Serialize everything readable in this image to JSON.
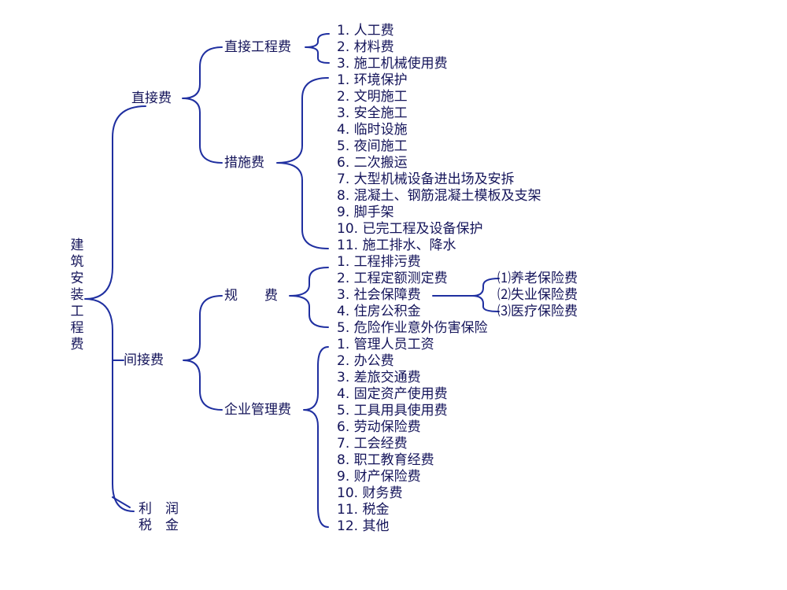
{
  "root": {
    "label": "建筑安装工程费",
    "chars": [
      "建",
      "筑",
      "安",
      "装",
      "工",
      "程",
      "费"
    ]
  },
  "level1": {
    "direct": "直接费",
    "indirect": "间接费",
    "profit": "利　润",
    "tax": "税　金"
  },
  "level2": {
    "direct_engineering": "直接工程费",
    "measures": "措施费",
    "fees": "规　　费",
    "enterprise_mgmt": "企业管理费"
  },
  "direct_engineering_items": [
    "1. 人工费",
    "2. 材料费",
    "3. 施工机械使用费"
  ],
  "measures_items": [
    "1. 环境保护",
    "2. 文明施工",
    "3. 安全施工",
    "4. 临时设施",
    "5. 夜间施工",
    "6. 二次搬运",
    "7. 大型机械设备进出场及安拆",
    "8. 混凝土、钢筋混凝土模板及支架",
    "9. 脚手架",
    "10. 已完工程及设备保护",
    "11. 施工排水、降水"
  ],
  "fees_items": [
    "1. 工程排污费",
    "2. 工程定额测定费",
    "3. 社会保障费",
    "4. 住房公积金",
    "5. 危险作业意外伤害保险"
  ],
  "social_security_items": [
    "⑴养老保险费",
    "⑵失业保险费",
    "⑶医疗保险费"
  ],
  "enterprise_items": [
    "1. 管理人员工资",
    "2. 办公费",
    "3. 差旅交通费",
    "4. 固定资产使用费",
    "5. 工具用具使用费",
    "6. 劳动保险费",
    "7. 工会经费",
    "8. 职工教育经费",
    "9. 财产保险费",
    "10. 财务费",
    "11. 税金",
    "12. 其他"
  ],
  "colors": {
    "line": "#1f2fa0",
    "text": "#14145a"
  }
}
